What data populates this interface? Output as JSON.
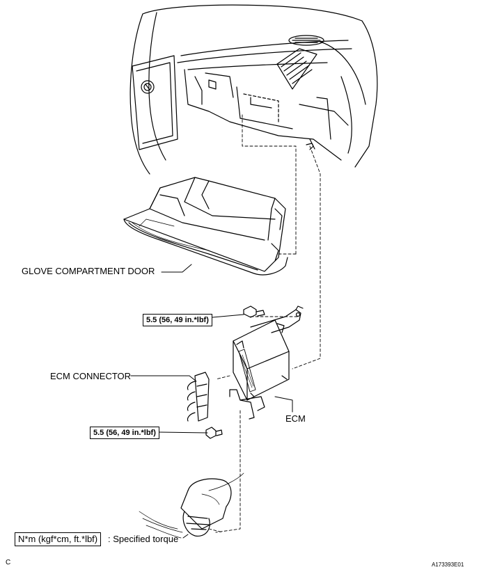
{
  "labels": {
    "glove_door": "GLOVE COMPARTMENT DOOR",
    "ecm_connector": "ECM CONNECTOR",
    "ecm": "ECM",
    "torque_upper": "5.5 (56, 49 in.*lbf)",
    "torque_lower": "5.5 (56, 49 in.*lbf)"
  },
  "legend": {
    "unit": "N*m (kgf*cm, ft.*lbf)",
    "description": ": Specified torque"
  },
  "footer": {
    "left_code": "C",
    "figure_id": "A173393E01"
  }
}
